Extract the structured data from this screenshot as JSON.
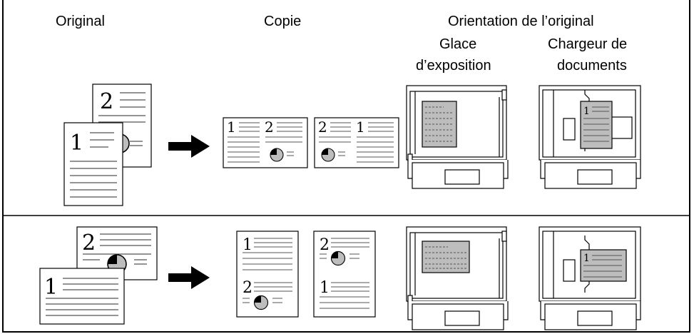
{
  "headers": {
    "original": "Original",
    "copy": "Copie",
    "orientation": "Orientation de l’original",
    "glass_line1": "Glace",
    "glass_line2": "d’exposition",
    "feeder_line1": "Chargeur de",
    "feeder_line2": "documents"
  },
  "page_numbers": {
    "one": "1",
    "two": "2"
  },
  "colors": {
    "line": "#000000",
    "paper": "#ffffff",
    "gray_fill": "#bdbdbd",
    "text_line": "#555555"
  }
}
